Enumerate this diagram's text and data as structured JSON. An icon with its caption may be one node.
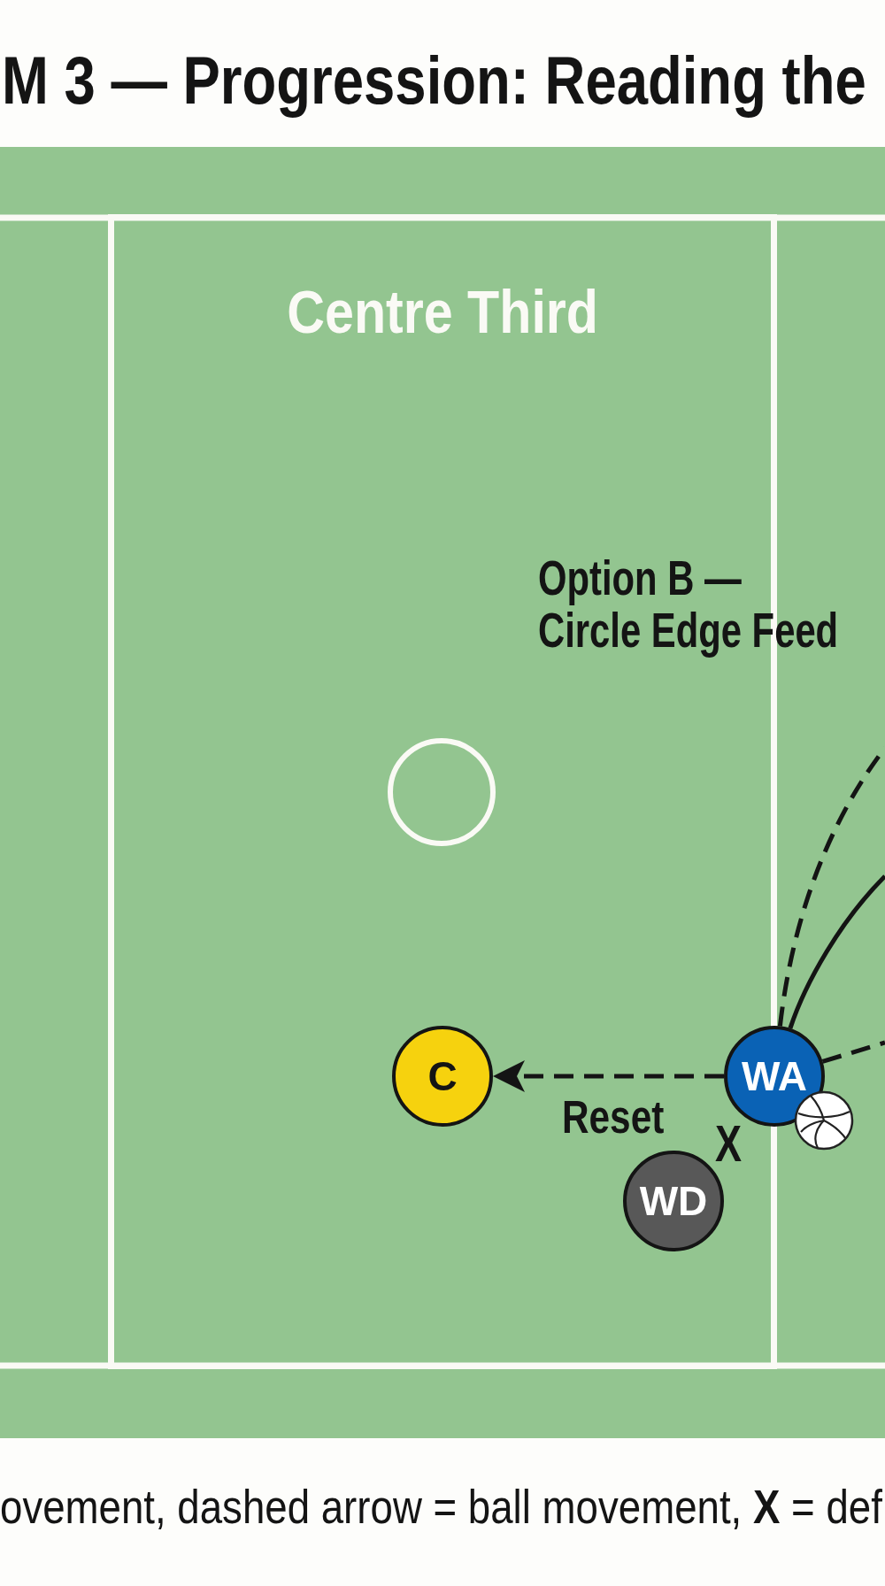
{
  "diagram": {
    "title": "M 3 — Progression: Reading the",
    "caption": "ovement, dashed arrow = ball movement, **X** = def",
    "nodes": [
      {
        "text": [
          "Centre Third"
        ]
      },
      {
        "text": [
          "C"
        ],
        "in": 0
      },
      {
        "text": [
          "WA"
        ]
      },
      {
        "text": [
          "WD"
        ],
        "in": 0
      }
    ],
    "edges": [
      {
        "from": 2,
        "to": 1,
        "arrow": "to",
        "label": "Reset",
        "style": "dashed"
      },
      {
        "from": 2,
        "to": null,
        "arrow": "none",
        "style": "dashed"
      },
      {
        "from": 2,
        "to": null,
        "arrow": "none"
      },
      {
        "from": 2,
        "to": null,
        "arrow": "none",
        "style": "dashed"
      }
    ],
    "labels": [
      "Option B — Circle Edge Feed",
      "X"
    ]
  }
}
